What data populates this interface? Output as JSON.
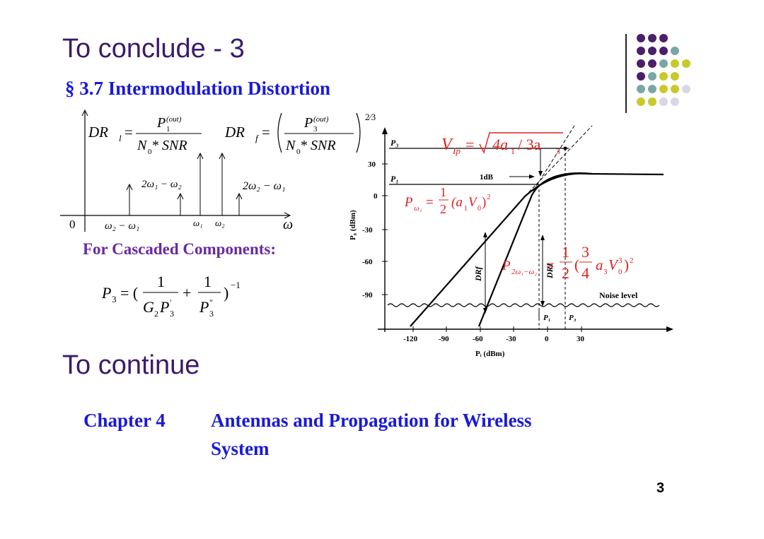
{
  "slide": {
    "title": "To conclude - 3",
    "section_symbol": "§",
    "section": "3.7  Intermodulation Distortion",
    "cascade_label": "For Cascaded Components:",
    "continue_title": "To continue",
    "chapter_label": "Chapter 4",
    "chapter_title_line1": "Antennas and Propagation for Wireless",
    "chapter_title_line2": "System",
    "page_number": "3"
  },
  "formulas": {
    "dr_l_lhs": "DR",
    "dr_l_sub": "l",
    "dr_f_lhs": "DR",
    "dr_f_sub": "f",
    "num_l": "P",
    "num_l_sub": "1",
    "num_sup": "(out)",
    "num_f": "P",
    "num_f_sub": "3",
    "den": "N",
    "den_sub": "0",
    "den_rest": " * SNR",
    "exponent": "2⁄3",
    "p3_lhs": "P",
    "p3_sub": "3"
  },
  "spectrum": {
    "origin": "0",
    "axis_label": "ω",
    "labels": [
      "2ω₁ − ω₂",
      "2ω₂ − ω₁",
      "ω₂ − ω₁",
      "ω₁",
      "ω₂"
    ]
  },
  "graph": {
    "y_axis_title": "P₀ (dBm)",
    "x_axis_title": "Pᵢ (dBm)",
    "y_ticks": [
      "30",
      "0",
      "-30",
      "-60",
      "-90"
    ],
    "x_ticks": [
      "-120",
      "-90",
      "-60",
      "-30",
      "0",
      "30"
    ],
    "p3_label": "P₃",
    "p1_label": "P₁",
    "one_db": "1dB",
    "noise_level": "Noise level",
    "dr_f": "DRf",
    "dr_i": "DRI",
    "p1_bottom": "P₁",
    "p3_bottom": "P₃",
    "vip_formula": "V_Ip = √(4a₁ / 3a₃)",
    "p_omega_formula": "Pω₁ = ½(a₁V₀)²",
    "p_2w_formula": "P2ω₁−ω₂ = ½(¾a₃V₀³)²"
  },
  "colors": {
    "title": "#3b1a6b",
    "blue": "#1a1ad6",
    "purple": "#6a2aa0",
    "red": "#e02020",
    "dot_purple": "#4b1f6a",
    "dot_teal": "#7aa6a6",
    "dot_yellow": "#c9c92a",
    "dot_lavender": "#d9d6ea"
  }
}
